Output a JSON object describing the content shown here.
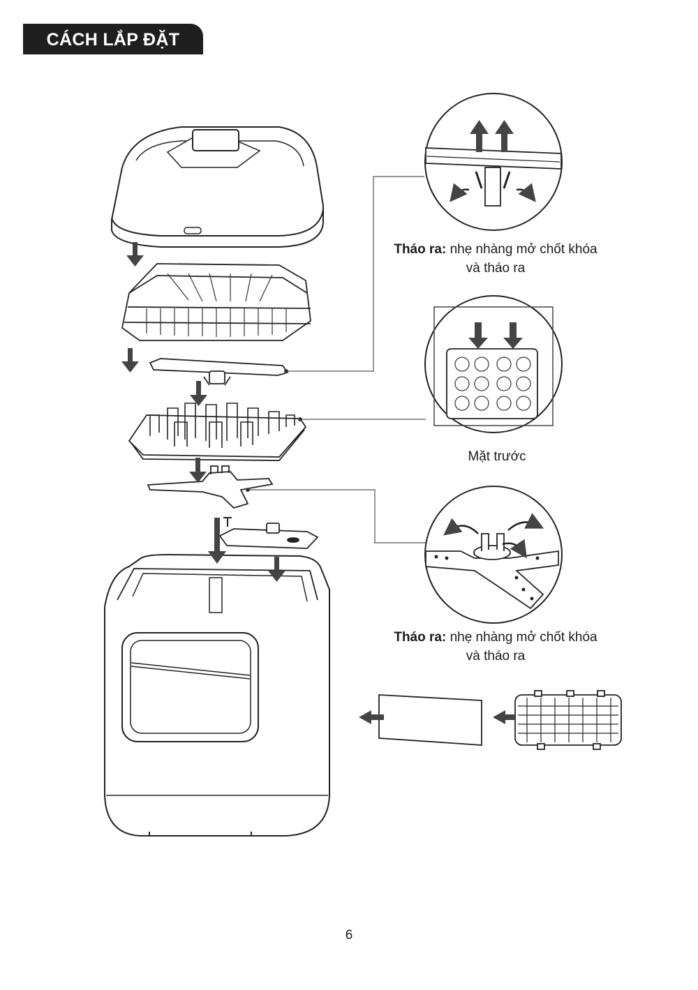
{
  "header": {
    "title": "CÁCH LẮP ĐẶT"
  },
  "callouts": [
    {
      "label_bold": "Tháo ra:",
      "label_rest": " nhẹ nhàng mở chốt khóa",
      "line2": "và tháo ra"
    },
    {
      "label": "Mặt trước"
    },
    {
      "label_bold": "Tháo ra:",
      "label_rest": " nhẹ nhàng mở chốt khóa",
      "line2": "và tháo ra"
    }
  ],
  "page": {
    "number": "6"
  },
  "colors": {
    "title_bg": "#1f1f1f",
    "line": "#333333",
    "arrow": "#555555"
  },
  "icons": [
    "arrow-down-icon",
    "arrow-up-icon",
    "arrow-left-icon",
    "curved-arrow-icon"
  ]
}
